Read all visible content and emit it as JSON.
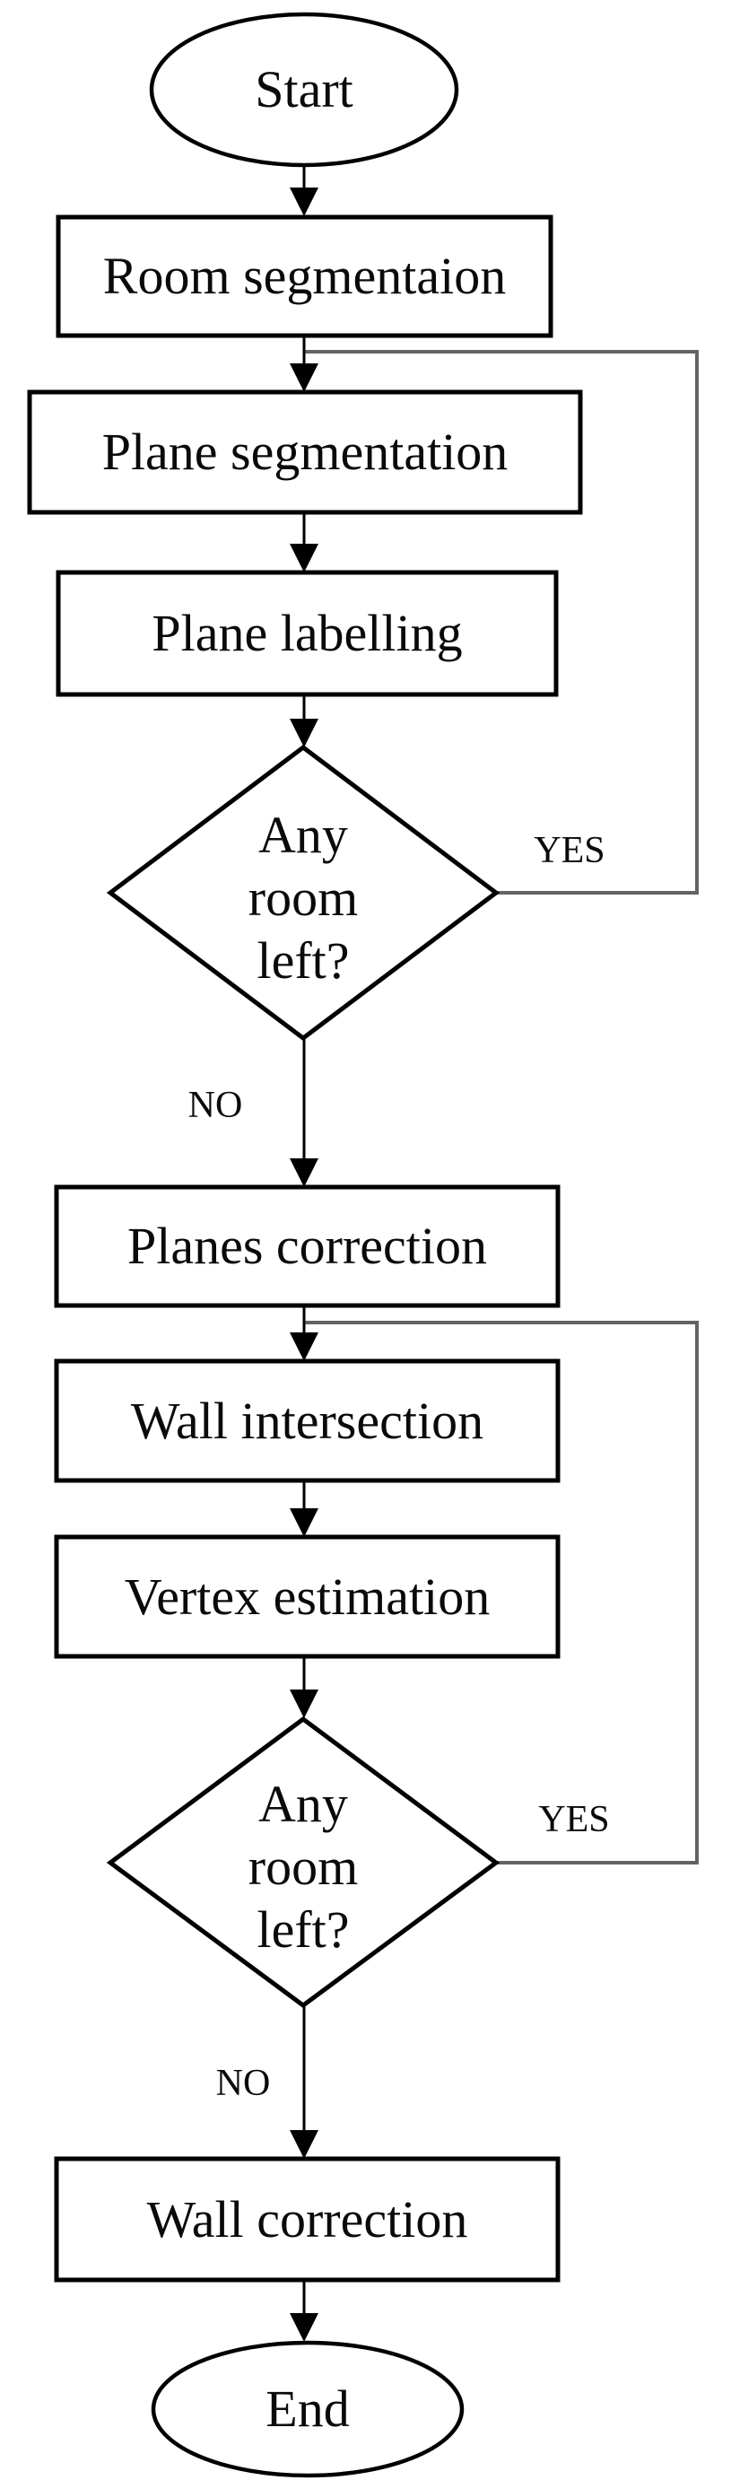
{
  "diagram": {
    "type": "flowchart",
    "nodes": {
      "start": {
        "label": "Start",
        "shape": "ellipse"
      },
      "room_segmentation": {
        "label": "Room segmentaion",
        "shape": "rect"
      },
      "plane_segmentation": {
        "label": "Plane segmentation",
        "shape": "rect"
      },
      "plane_labelling": {
        "label": "Plane labelling",
        "shape": "rect"
      },
      "decision1": {
        "label": "Any room left?",
        "lines": [
          "Any",
          "room",
          "left?"
        ],
        "yes": "YES",
        "no": "NO",
        "shape": "diamond"
      },
      "planes_correction": {
        "label": "Planes correction",
        "shape": "rect"
      },
      "wall_intersection": {
        "label": "Wall intersection",
        "shape": "rect"
      },
      "vertex_estimation": {
        "label": "Vertex estimation",
        "shape": "rect"
      },
      "decision2": {
        "label": "Any room left?",
        "lines": [
          "Any",
          "room",
          "left?"
        ],
        "yes": "YES",
        "no": "NO",
        "shape": "diamond"
      },
      "wall_correction": {
        "label": "Wall correction",
        "shape": "rect"
      },
      "end": {
        "label": "End",
        "shape": "ellipse"
      }
    },
    "edges": [
      {
        "from": "start",
        "to": "room_segmentation"
      },
      {
        "from": "room_segmentation",
        "to": "plane_segmentation"
      },
      {
        "from": "plane_segmentation",
        "to": "plane_labelling"
      },
      {
        "from": "plane_labelling",
        "to": "decision1"
      },
      {
        "from": "decision1",
        "to": "plane_segmentation",
        "label": "YES"
      },
      {
        "from": "decision1",
        "to": "planes_correction",
        "label": "NO"
      },
      {
        "from": "planes_correction",
        "to": "wall_intersection"
      },
      {
        "from": "wall_intersection",
        "to": "vertex_estimation"
      },
      {
        "from": "vertex_estimation",
        "to": "decision2"
      },
      {
        "from": "decision2",
        "to": "wall_intersection",
        "label": "YES"
      },
      {
        "from": "decision2",
        "to": "wall_correction",
        "label": "NO"
      },
      {
        "from": "wall_correction",
        "to": "end"
      }
    ],
    "colors": {
      "node_stroke": "#000000",
      "loop_line": "#636363",
      "text": "#0a0a0a",
      "background": "#ffffff"
    }
  }
}
